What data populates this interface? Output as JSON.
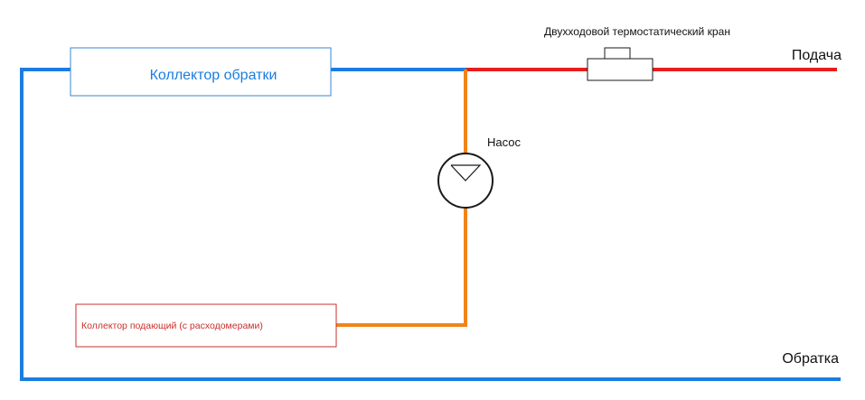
{
  "labels": {
    "return_collector": "Коллектор обратки",
    "supply_collector": "Коллектор подающий (с расходомерами)",
    "valve": "Двухходовой термостатический кран",
    "pump": "Насос",
    "supply": "Подача",
    "return": "Обратка"
  },
  "colors": {
    "return_line": "#1a7de0",
    "supply_line": "#e81c1c",
    "pump_line": "#f0841a",
    "return_collector_border": "#3a86d4",
    "return_collector_text": "#1a7de0",
    "supply_collector_border": "#c9302c",
    "supply_collector_text": "#c9302c",
    "device_stroke": "#1a1a1a",
    "text": "#111111"
  },
  "icons": {
    "valve": "valve-icon",
    "pump": "pump-icon"
  }
}
